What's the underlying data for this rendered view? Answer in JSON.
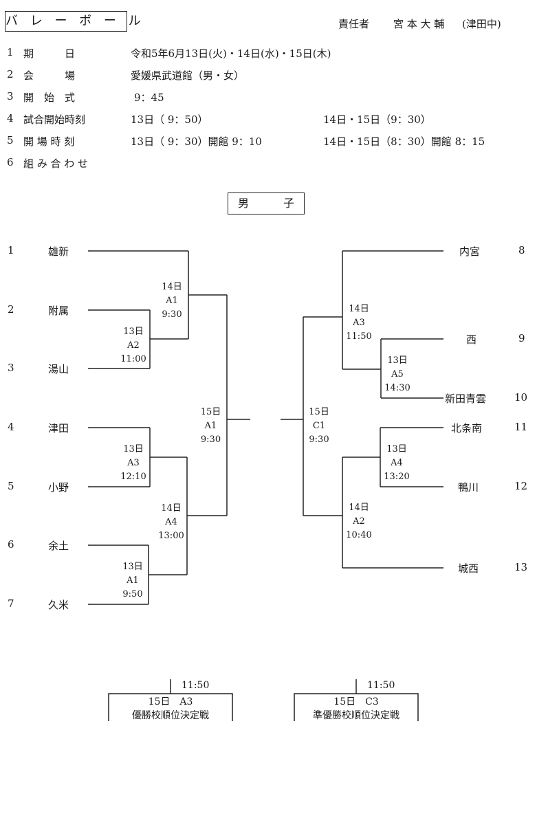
{
  "header": {
    "title": "バ レ ー ボ ー ル",
    "responsible_label": "責任者",
    "responsible_name": "宮 本 大 輔",
    "responsible_school": "(津田中)"
  },
  "info": [
    {
      "no": "1",
      "label": "期　　　日",
      "value": "令和5年6月13日(火)・14日(水)・15日(木)",
      "value2": ""
    },
    {
      "no": "2",
      "label": "会　　　場",
      "value": "愛媛県武道館（男・女）",
      "value2": ""
    },
    {
      "no": "3",
      "label": "開　始　式",
      "value": "9：45",
      "value2": ""
    },
    {
      "no": "4",
      "label": "試合開始時刻",
      "value": "13日（ 9：50）",
      "value2": "14日・15日（9：30）"
    },
    {
      "no": "5",
      "label": "開 場 時 刻",
      "value": "13日（ 9：30）開館 9：10",
      "value2": "14日・15日（8：30）開館 8：15"
    },
    {
      "no": "6",
      "label": "組 み 合 わ せ",
      "value": "",
      "value2": ""
    }
  ],
  "gender": {
    "c1": "男",
    "c2": "子"
  },
  "teams_left": [
    {
      "no": "1",
      "name": "雄新"
    },
    {
      "no": "2",
      "name": "附属"
    },
    {
      "no": "3",
      "name": "湯山"
    },
    {
      "no": "4",
      "name": "津田"
    },
    {
      "no": "5",
      "name": "小野"
    },
    {
      "no": "6",
      "name": "余土"
    },
    {
      "no": "7",
      "name": "久米"
    }
  ],
  "teams_right": [
    {
      "no": "8",
      "name": "内宮"
    },
    {
      "no": "9",
      "name": "西"
    },
    {
      "no": "10",
      "name": "新田青雲"
    },
    {
      "no": "11",
      "name": "北条南"
    },
    {
      "no": "12",
      "name": "鴨川"
    },
    {
      "no": "13",
      "name": "城西"
    }
  ],
  "matches": [
    {
      "day": "13日",
      "court": "A2",
      "time": "11:00"
    },
    {
      "day": "13日",
      "court": "A3",
      "time": "12:10"
    },
    {
      "day": "13日",
      "court": "A1",
      "time": "9:50"
    },
    {
      "day": "14日",
      "court": "A1",
      "time": "9:30"
    },
    {
      "day": "14日",
      "court": "A4",
      "time": "13:00"
    },
    {
      "day": "15日",
      "court": "A1",
      "time": "9:30"
    },
    {
      "day": "13日",
      "court": "A5",
      "time": "14:30"
    },
    {
      "day": "13日",
      "court": "A4",
      "time": "13:20"
    },
    {
      "day": "14日",
      "court": "A3",
      "time": "11:50"
    },
    {
      "day": "14日",
      "court": "A2",
      "time": "10:40"
    },
    {
      "day": "15日",
      "court": "C1",
      "time": "9:30"
    }
  ],
  "finals": [
    {
      "time": "11:50",
      "match": "15日　A3",
      "label": "優勝校順位決定戦"
    },
    {
      "time": "11:50",
      "match": "15日　C3",
      "label": "準優勝校順位決定戦"
    }
  ]
}
